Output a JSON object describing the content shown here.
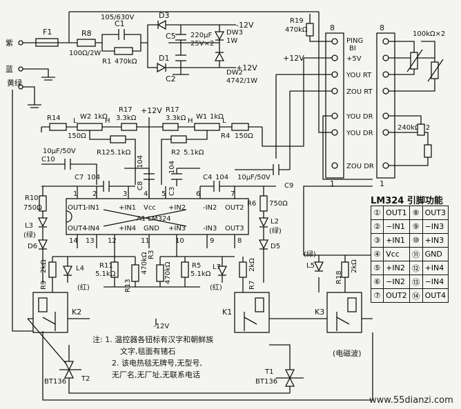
{
  "mains": {
    "wire_purple": "紫",
    "wire_blue": "蓝",
    "wire_yellow_green": "黄绿"
  },
  "labels": {
    "F1": "F1",
    "R8": "R8",
    "R8_val": "100Ω/2W",
    "C1": "C1",
    "C1_val": "105/630V",
    "R1": "R1",
    "R1_val": "470kΩ",
    "D3": "D3",
    "D1": "D1",
    "C5": "C5",
    "C5_val1": "220μF",
    "C5_val2": "25V×2",
    "C2": "C2",
    "DW3": "DW3",
    "DW3_val": "1W",
    "DW2": "DW2",
    "DW2_val": "4742/1W",
    "neg12": "-12V",
    "pos12": "+12V",
    "R19": "R19",
    "R19_val": "470kΩ",
    "conn_left_8": "8",
    "conn_left_1": "1",
    "pin_ping": "PING",
    "pin_bi": "BI",
    "pin_5v": "+5V",
    "pin_you_rt": "YOU RT",
    "pin_zou_rt": "ZOU RT",
    "pin_you_dr1": "YOU DR",
    "pin_you_dr2": "YOU DR",
    "pin_zou_dr": "ZOU DR",
    "plus12_conn": "+12V",
    "conn_right_8": "8",
    "conn_right_1": "1",
    "therm_val": "100kΩ×2",
    "res_240k": "240kΩ×2",
    "R14": "R14",
    "R14_val": "150Ω",
    "W2": "W2",
    "W2_val": "1kΩ",
    "R17a": "R17",
    "R17a_val": "3.3kΩ",
    "plus12_mid": "+12V",
    "R17b": "R17",
    "R17b_val": "3.3kΩ",
    "W1": "W1",
    "W1_val": "1kΩ",
    "R4": "R4",
    "R4_val": "150Ω",
    "L_left": "L",
    "H_left": "H",
    "H_right": "H",
    "L_right": "L",
    "R12": "R12",
    "R12_val": "5.1kΩ",
    "R2": "R2",
    "R2_val": "5.1kΩ",
    "C10": "C10",
    "C10_val": "10μF/50V",
    "C7": "C7",
    "C7_val": "104",
    "C8": "C8",
    "C8_val": "104",
    "C3": "C3",
    "C3_val": "104",
    "C4": "C4",
    "C4_val": "104",
    "C9": "C9",
    "C9_val": "10μF/50V",
    "R10": "R10",
    "R10_val": "750Ω",
    "R6": "R6",
    "R6_val": "750Ω",
    "ic_name": "A1  LM324",
    "ic_out1": "OUT1",
    "ic_in1n": "-IN1",
    "ic_in1p": "+IN1",
    "ic_vcc": "Vcc",
    "ic_in2p": "+IN2",
    "ic_in2n": "-IN2",
    "ic_out2": "OUT2",
    "ic_out4": "OUT4",
    "ic_in4n": "-IN4",
    "ic_in4p": "+IN4",
    "ic_gnd": "GND",
    "ic_in3p": "+IN3",
    "ic_in3n": "-IN3",
    "ic_out3": "OUT3",
    "L3": "L3",
    "L3_color": "(绿)",
    "L2": "L2",
    "L2_color": "(绿)",
    "D6": "D6",
    "D5": "D5",
    "R9": "R9",
    "R9_val": "2kΩ",
    "L4": "L4",
    "L4_color": "(红)",
    "R11": "R11",
    "R11_val": "5.1kΩ",
    "R13": "R13",
    "R13_val": "470kΩ",
    "R3": "R3",
    "R3_val": "470kΩ",
    "R5": "R5",
    "R5_val": "5.1kΩ",
    "L7": "L7",
    "L7_color": "(红)",
    "R7": "R7",
    "R7_val": "2kΩ",
    "L5": "L5",
    "L5_color": "(绿)",
    "R18": "R18",
    "R18_val": "2kΩ",
    "K2": "K2",
    "K1": "K1",
    "K3": "K3",
    "K3_note": "(电磁波)",
    "neg12_bottom": "-12V",
    "T2": "T2",
    "T2_part": "BT136",
    "T1": "T1",
    "T1_part": "BT136",
    "pin14": "14",
    "pin13": "13",
    "pin12": "12",
    "pin11": "11",
    "pin10": "10",
    "pin9": "9",
    "pin8": "8",
    "pin1": "1",
    "pin2": "2",
    "pin3": "3",
    "pin4": "4",
    "pin5": "5",
    "pin6": "6",
    "pin7": "7"
  },
  "note": {
    "line1": "注: 1. 温控器各钮标有汉字和朝鲜族",
    "line2": "文字,毯面有锗石",
    "line3": "2. 该电热毯无牌号,无型号,",
    "line4": "无厂名,无厂址,无联系电话"
  },
  "pin_table": {
    "title": "LM324 引脚功能",
    "rows": [
      {
        "n1": "①",
        "f1": "OUT1",
        "n2": "⑧",
        "f2": "OUT3"
      },
      {
        "n1": "②",
        "f1": "−IN1",
        "n2": "⑨",
        "f2": "−IN3"
      },
      {
        "n1": "③",
        "f1": "+IN1",
        "n2": "⑩",
        "f2": "+IN3"
      },
      {
        "n1": "④",
        "f1": "Vcc",
        "n2": "⑪",
        "f2": "GND"
      },
      {
        "n1": "⑤",
        "f1": "+IN2",
        "n2": "⑫",
        "f2": "+IN4"
      },
      {
        "n1": "⑥",
        "f1": "−IN2",
        "n2": "⑬",
        "f2": "−IN4"
      },
      {
        "n1": "⑦",
        "f1": "OUT2",
        "n2": "⑭",
        "f2": "OUT4"
      }
    ]
  },
  "watermark": "www.55dianzi.com"
}
